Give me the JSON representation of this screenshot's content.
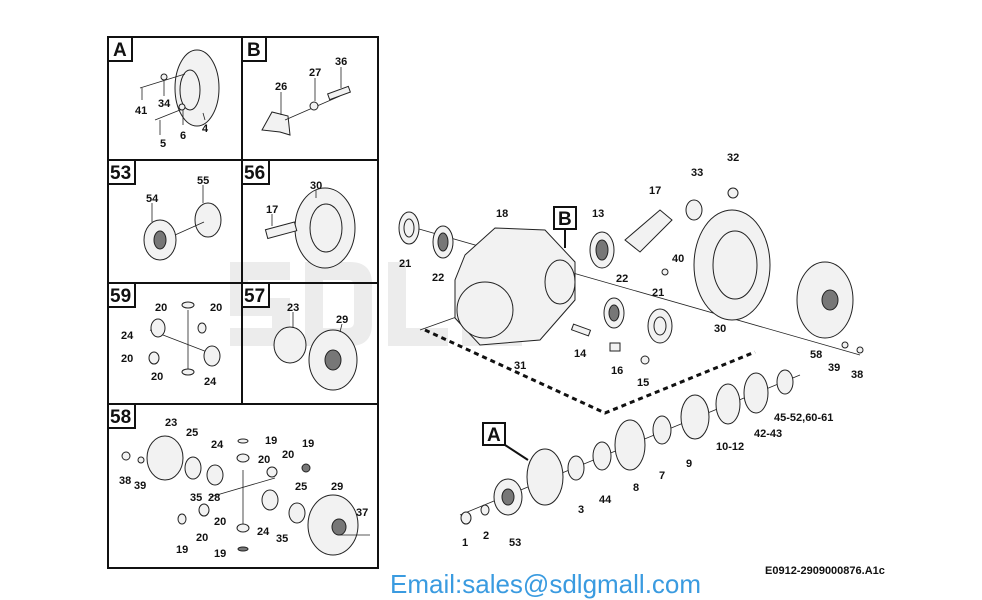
{
  "watermark": "SDLG",
  "email": "Email:sales@sdlgmall.com",
  "figure_code": "E0912-2909000876.A1c",
  "panels": {
    "A": {
      "title": "A",
      "labels": [
        "41",
        "34",
        "5",
        "6",
        "4"
      ]
    },
    "B": {
      "title": "B",
      "labels": [
        "26",
        "27",
        "36"
      ]
    },
    "p53": {
      "title": "53",
      "labels": [
        "54",
        "55"
      ]
    },
    "p56": {
      "title": "56",
      "labels": [
        "17",
        "30"
      ]
    },
    "p59": {
      "title": "59",
      "labels": [
        "20",
        "20",
        "24",
        "20",
        "20",
        "24"
      ]
    },
    "p57": {
      "title": "57",
      "labels": [
        "23",
        "29"
      ]
    },
    "p58": {
      "title": "58",
      "labels": [
        "23",
        "25",
        "24",
        "19",
        "20",
        "19",
        "20",
        "38",
        "39",
        "35",
        "28",
        "25",
        "29",
        "24",
        "20",
        "19",
        "20",
        "35",
        "37",
        "19"
      ]
    }
  },
  "main": {
    "callout_a": "A",
    "callout_b": "B",
    "labels": [
      "21",
      "22",
      "18",
      "13",
      "17",
      "33",
      "32",
      "40",
      "22",
      "21",
      "30",
      "58",
      "39",
      "38",
      "14",
      "16",
      "15",
      "31",
      "1",
      "2",
      "53",
      "3",
      "44",
      "8",
      "7",
      "9",
      "10-12",
      "42-43",
      "45-52,60-61"
    ]
  }
}
